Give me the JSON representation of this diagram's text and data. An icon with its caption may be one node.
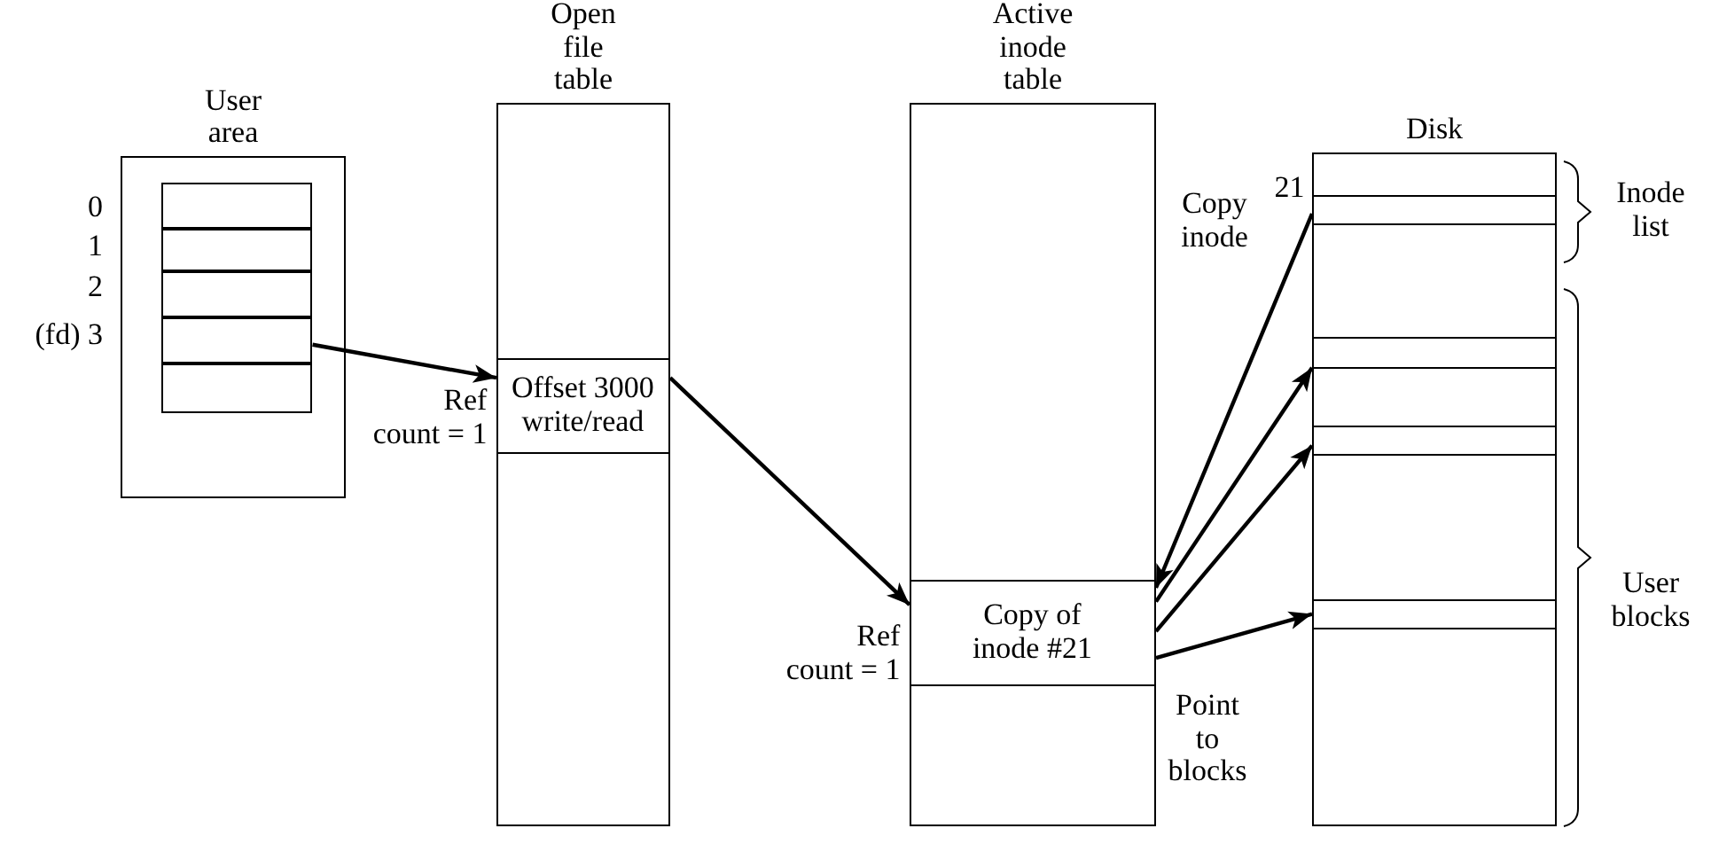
{
  "diagram": {
    "nodes": [
      {
        "text": [
          "User area"
        ]
      },
      {
        "text": [],
        "shape": "box",
        "in": 0
      },
      {
        "text": [],
        "shape": "box",
        "in": 0
      },
      {
        "text": [],
        "shape": "box",
        "in": 0
      },
      {
        "text": [],
        "shape": "box",
        "in": 0
      },
      {
        "text": [],
        "shape": "box",
        "in": 0
      },
      {
        "text": [
          "Open file table"
        ]
      },
      {
        "text": [
          "Offset 3000 write/read"
        ],
        "in": 6,
        "beside": [
          "Ref count = 1"
        ]
      },
      {
        "text": [
          "Active inode table"
        ]
      },
      {
        "text": [
          "Copy of inode #21"
        ],
        "in": 8,
        "beside": [
          "Ref count = 1"
        ]
      },
      {
        "text": [
          "Disk"
        ]
      },
      {
        "text": [],
        "shape": "box",
        "in": 10,
        "beside": [
          "21"
        ]
      },
      {
        "text": [],
        "shape": "box",
        "in": 10
      },
      {
        "text": [],
        "shape": "box",
        "in": 10
      },
      {
        "text": [],
        "shape": "box",
        "in": 10
      }
    ],
    "edges": [
      {
        "from": 4,
        "to": 7,
        "arrow": "to"
      },
      {
        "from": 7,
        "to": 9,
        "arrow": "to"
      },
      {
        "from": 11,
        "to": 9,
        "arrow": "to"
      },
      {
        "from": 9,
        "to": 12,
        "arrow": "to"
      },
      {
        "from": 9,
        "to": 13,
        "arrow": "to"
      },
      {
        "from": 9,
        "to": 14,
        "arrow": "to"
      }
    ],
    "labels": [
      "0",
      "1",
      "2",
      "(fd) 3",
      "Copy inode",
      "Inode list",
      "User blocks",
      "Point to blocks"
    ]
  }
}
